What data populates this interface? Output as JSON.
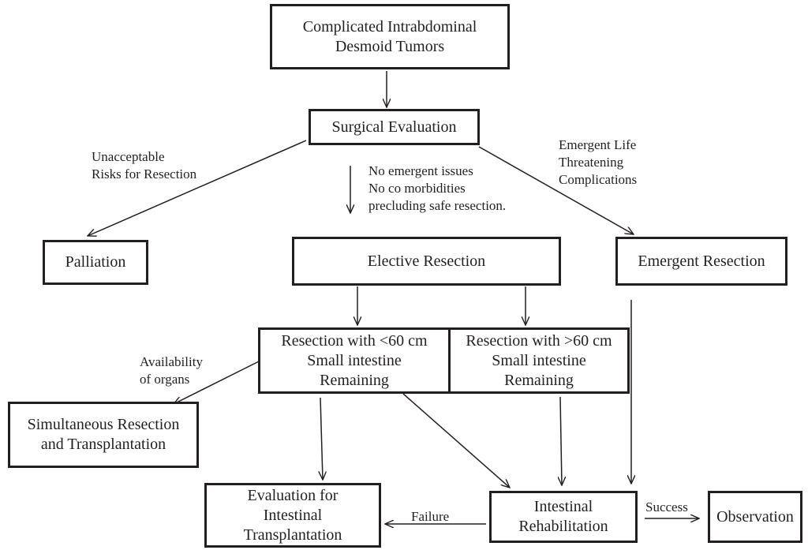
{
  "nodes": {
    "top": "Complicated  Intrabdominal\nDesmoid Tumors",
    "surgical_evaluation": "Surgical Evaluation",
    "palliation": "Palliation",
    "elective_resection": "Elective Resection",
    "emergent_resection": "Emergent Resection",
    "resection_lt60": "Resection with <60 cm\nSmall intestine\nRemaining",
    "resection_gt60": "Resection with >60 cm\nSmall intestine\nRemaining",
    "simultaneous": "Simultaneous Resection\nand Transplantation",
    "evaluation_transplant": "Evaluation for\nIntestinal\nTransplantation",
    "intestinal_rehab": "Intestinal\nRehabilitation",
    "observation": "Observation"
  },
  "labels": {
    "unacceptable": "Unacceptable\nRisks for Resection",
    "no_emergent": "No emergent issues\nNo co morbidities\nprecluding safe resection.",
    "emergent_life": "Emergent Life\nThreatening\nComplications",
    "availability": "Availability\nof organs",
    "failure": "Failure",
    "success": "Success"
  }
}
